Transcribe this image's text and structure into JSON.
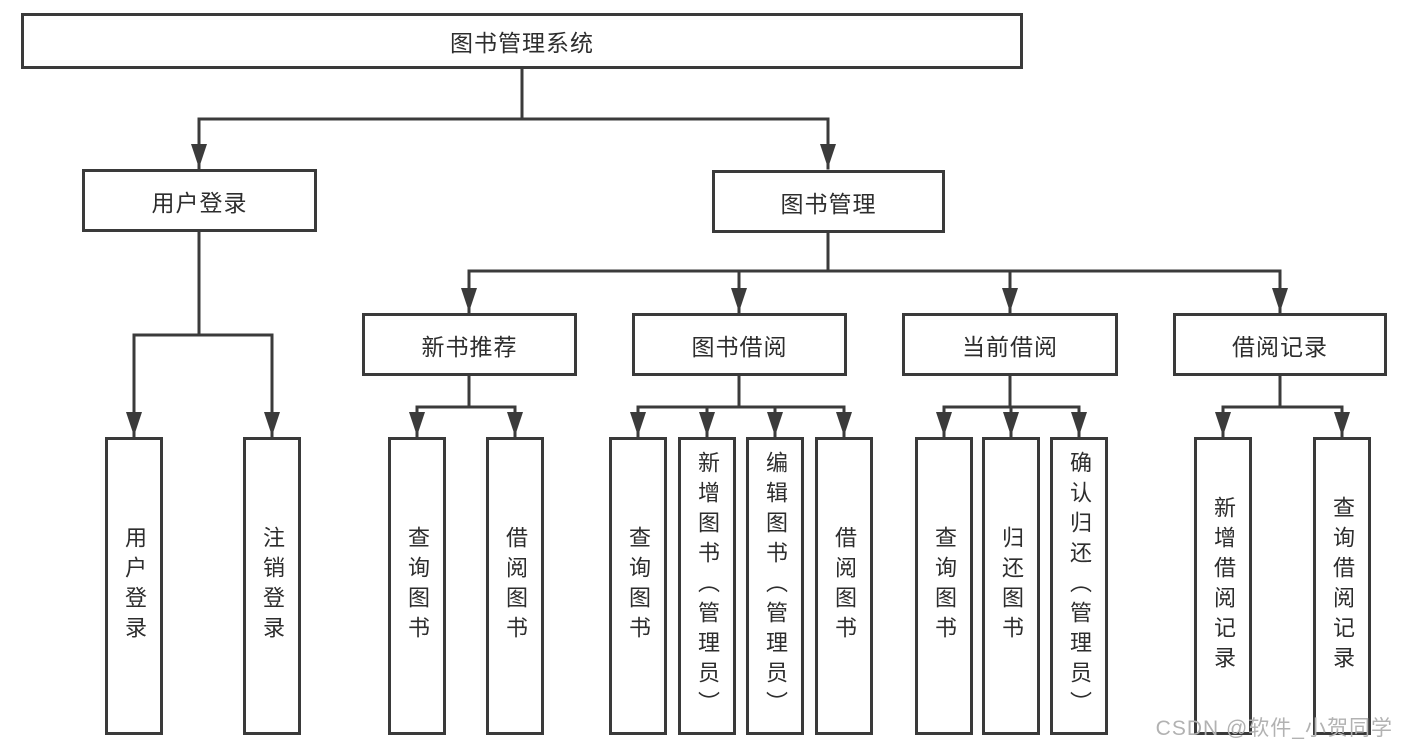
{
  "style": {
    "line_color": "#3b3b3b",
    "box_border_color": "#3a3a3a",
    "text_color": "#2d2d2d",
    "watermark_color": "#b2b2b2",
    "background": "#ffffff"
  },
  "tree": {
    "root": {
      "label": "图书管理系统"
    },
    "branches": [
      {
        "label": "用户登录",
        "children": [
          {
            "label": "用户登录"
          },
          {
            "label": "注销登录"
          }
        ]
      },
      {
        "label": "图书管理",
        "children": [
          {
            "label": "新书推荐",
            "children": [
              {
                "label": "查询图书"
              },
              {
                "label": "借阅图书"
              }
            ]
          },
          {
            "label": "图书借阅",
            "children": [
              {
                "label": "查询图书"
              },
              {
                "label": "新增图书（管理员）"
              },
              {
                "label": "编辑图书（管理员）"
              },
              {
                "label": "借阅图书"
              }
            ]
          },
          {
            "label": "当前借阅",
            "children": [
              {
                "label": "查询图书"
              },
              {
                "label": "归还图书"
              },
              {
                "label": "确认归还（管理员）"
              }
            ]
          },
          {
            "label": "借阅记录",
            "children": [
              {
                "label": "新增借阅记录"
              },
              {
                "label": "查询借阅记录"
              }
            ]
          }
        ]
      }
    ],
    "watermark": "CSDN @软件_小贺同学"
  }
}
